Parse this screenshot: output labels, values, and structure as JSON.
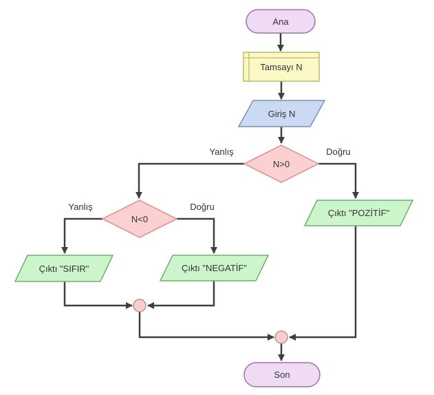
{
  "diagram": {
    "type": "flowchart",
    "language": "Turkish",
    "nodes": {
      "start": {
        "label": "Ana",
        "type": "terminal"
      },
      "declare": {
        "label": "Tamsayı N",
        "type": "declaration"
      },
      "input": {
        "label": "Giriş N",
        "type": "input"
      },
      "decision1": {
        "label": "N>0",
        "type": "decision",
        "false_label": "Yanlış",
        "true_label": "Doğru"
      },
      "decision2": {
        "label": "N<0",
        "type": "decision",
        "false_label": "Yanlış",
        "true_label": "Doğru"
      },
      "out_pozitif": {
        "label": "Çıktı \"POZİTİF\"",
        "type": "output"
      },
      "out_negatif": {
        "label": "Çıktı \"NEGATİF\"",
        "type": "output"
      },
      "out_sifir": {
        "label": "Çıktı \"SIFIR\"",
        "type": "output"
      },
      "end": {
        "label": "Son",
        "type": "terminal"
      }
    },
    "palette": {
      "terminal_fill": "#F0DBF5",
      "terminal_stroke": "#9673A6",
      "declare_fill": "#FCF9C6",
      "declare_stroke": "#BFB964",
      "input_fill": "#CBDAF3",
      "input_stroke": "#7B8DB8",
      "decision_fill": "#FAD1D0",
      "decision_stroke": "#E08C8C",
      "output_fill": "#CCF5CB",
      "output_stroke": "#6FAE6F",
      "junction_fill": "#F6CECE",
      "junction_stroke": "#BA9090",
      "connector": "#3F3F3F",
      "text": "#333333"
    }
  }
}
